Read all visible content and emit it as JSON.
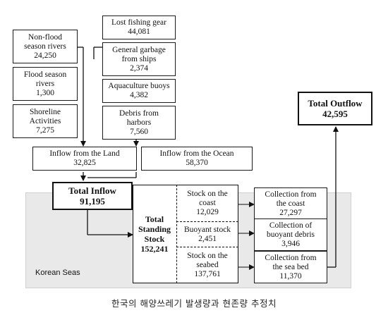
{
  "diagram": {
    "land_sources": [
      {
        "label": "Non-flood season rivers",
        "line1": "Non-flood",
        "line2": "season rivers",
        "value": "24,250"
      },
      {
        "label": "Flood season rivers",
        "line1": "Flood season",
        "line2": "rivers",
        "value": "1,300"
      },
      {
        "label": "Shoreline Activities",
        "line1": "Shoreline",
        "line2": "Activities",
        "value": "7,275"
      }
    ],
    "ocean_sources": [
      {
        "line1": "Lost fishing gear",
        "line2": "",
        "value": "44,081"
      },
      {
        "line1": "General garbage",
        "line2": "from ships",
        "value": "2,374"
      },
      {
        "line1": "Aquaculture buoys",
        "line2": "",
        "value": "4,382"
      },
      {
        "line1": "Debris from",
        "line2": "harbors",
        "value": "7,560"
      }
    ],
    "inflow_land": {
      "label": "Inflow from the Land",
      "value": "32,825"
    },
    "inflow_ocean": {
      "label": "Inflow from the Ocean",
      "value": "58,370"
    },
    "total_inflow": {
      "label": "Total Inflow",
      "value": "91,195"
    },
    "total_standing": {
      "line1": "Total",
      "line2": "Standing",
      "line3": "Stock",
      "value": "152,241"
    },
    "stocks": [
      {
        "line1": "Stock on the",
        "line2": "coast",
        "value": "12,029"
      },
      {
        "line1": "Buoyant stock",
        "line2": "",
        "value": "2,451"
      },
      {
        "line1": "Stock on the",
        "line2": "seabed",
        "value": "137,761"
      }
    ],
    "collections": [
      {
        "line1": "Collection from",
        "line2": "the coast",
        "value": "27,297"
      },
      {
        "line1": "Collection of",
        "line2": "buoyant debris",
        "value": "3,946"
      },
      {
        "line1": "Collection from",
        "line2": "the sea bed",
        "value": "11,370"
      }
    ],
    "total_outflow": {
      "label": "Total Outflow",
      "value": "42,595"
    },
    "region_label": "Korean Seas",
    "caption": "한국의 해양쓰레기 발생량과 현존량 추정치"
  },
  "colors": {
    "line": "#111111",
    "region_fill": "#e9e9e9",
    "box_fill": "#ffffff"
  }
}
